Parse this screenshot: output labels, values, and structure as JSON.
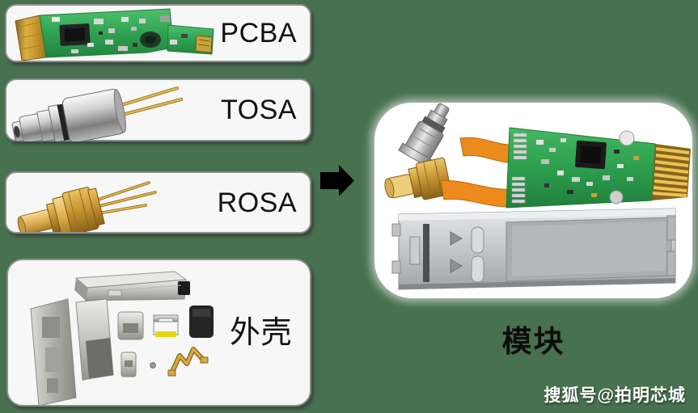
{
  "flow": {
    "parts": [
      {
        "id": "pcba",
        "label": "PCBA"
      },
      {
        "id": "tosa",
        "label": "TOSA"
      },
      {
        "id": "rosa",
        "label": "ROSA"
      },
      {
        "id": "shell",
        "label": "外壳"
      }
    ],
    "result_label": "模块"
  },
  "watermark": "搜狐号@拍明芯城",
  "icons": {
    "arrow": "right-block-arrow"
  },
  "colors": {
    "background": "#48714F",
    "box_fill": "#F7F7F7",
    "box_border": "#8E8E8E",
    "arrow": "#000000",
    "pcb_green": "#2EA04E",
    "gold": "#D4A63E",
    "metal_silver": "#C8CACC",
    "flex_orange": "#ED8A1C",
    "label_text": "#111111",
    "watermark_text": "#FFFFFF"
  }
}
